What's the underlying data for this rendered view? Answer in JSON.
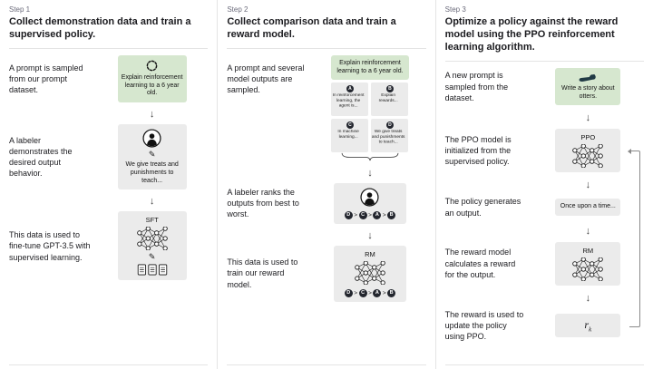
{
  "icons": {
    "down_arrow": "↓",
    "pen": "✎"
  },
  "steps": [
    {
      "label": "Step 1",
      "title": "Collect demonstration data and train a supervised policy.",
      "prompt_desc": "A prompt is sampled from our prompt dataset.",
      "prompt_caption": "Explain reinforcement learning to a 6 year old.",
      "labeler_desc": "A labeler demonstrates the desired output behavior.",
      "labeler_caption": "We give treats and punishments to teach...",
      "finetune_desc": "This data is used to fine-tune GPT-3.5 with supervised learning.",
      "model_label": "SFT"
    },
    {
      "label": "Step 2",
      "title": "Collect comparison data and train a reward model.",
      "prompt_desc": "A prompt and several model outputs are sampled.",
      "prompt_caption": "Explain reinforcement learning to a 6 year old.",
      "outputs": [
        {
          "letter": "A",
          "text": "In reinforcement learning, the agent is..."
        },
        {
          "letter": "B",
          "text": "Explain rewards..."
        },
        {
          "letter": "C",
          "text": "In machine learning..."
        },
        {
          "letter": "D",
          "text": "We give treats and punishments to teach..."
        }
      ],
      "rank_desc": "A labeler ranks the outputs from best to worst.",
      "ranking": [
        "D",
        "C",
        "A",
        "B"
      ],
      "gt": ">",
      "train_desc": "This data is used to train our reward model.",
      "model_label": "RM"
    },
    {
      "label": "Step 3",
      "title": "Optimize a policy against the reward model using the PPO reinforcement learning algorithm.",
      "prompt_desc": "A new prompt is sampled from the dataset.",
      "prompt_caption": "Write a story about otters.",
      "ppo_desc": "The PPO model is initialized from the supervised policy.",
      "ppo_label": "PPO",
      "output_desc": "The policy generates an output.",
      "output_caption": "Once upon a time...",
      "rm_desc": "The reward model calculates a reward for the output.",
      "rm_label": "RM",
      "reward_desc": "The reward is used to update the policy using PPO.",
      "reward_symbol": "r",
      "reward_subscript": "k"
    }
  ]
}
